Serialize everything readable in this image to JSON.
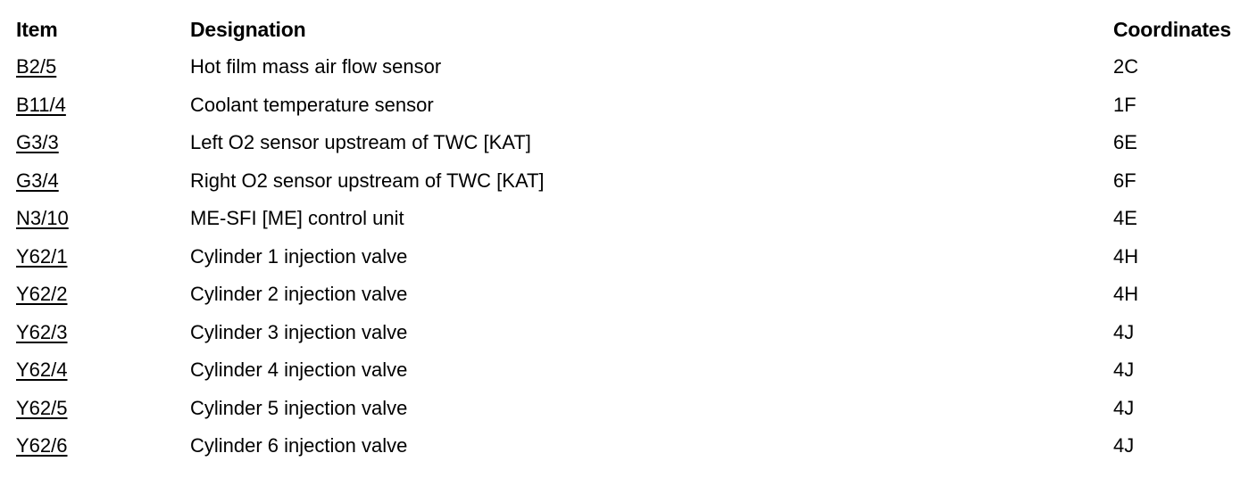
{
  "header": {
    "item": "Item",
    "designation": "Designation",
    "coordinates": "Coordinates"
  },
  "rows": [
    {
      "item": "B2/5",
      "designation": "Hot film mass air flow sensor",
      "coordinates": "2C"
    },
    {
      "item": "B11/4",
      "designation": "Coolant temperature sensor",
      "coordinates": "1F"
    },
    {
      "item": "G3/3",
      "designation": "Left O2 sensor upstream of TWC [KAT]",
      "coordinates": "6E"
    },
    {
      "item": "G3/4",
      "designation": "Right O2 sensor upstream of TWC [KAT]",
      "coordinates": "6F"
    },
    {
      "item": "N3/10",
      "designation": "ME-SFI [ME] control unit",
      "coordinates": "4E"
    },
    {
      "item": "Y62/1",
      "designation": "Cylinder 1 injection valve",
      "coordinates": "4H"
    },
    {
      "item": "Y62/2",
      "designation": "Cylinder 2 injection valve",
      "coordinates": "4H"
    },
    {
      "item": "Y62/3",
      "designation": "Cylinder 3 injection valve",
      "coordinates": "4J"
    },
    {
      "item": "Y62/4",
      "designation": "Cylinder 4 injection valve",
      "coordinates": "4J"
    },
    {
      "item": "Y62/5",
      "designation": "Cylinder 5 injection valve",
      "coordinates": "4J"
    },
    {
      "item": "Y62/6",
      "designation": "Cylinder 6 injection valve",
      "coordinates": "4J"
    }
  ]
}
